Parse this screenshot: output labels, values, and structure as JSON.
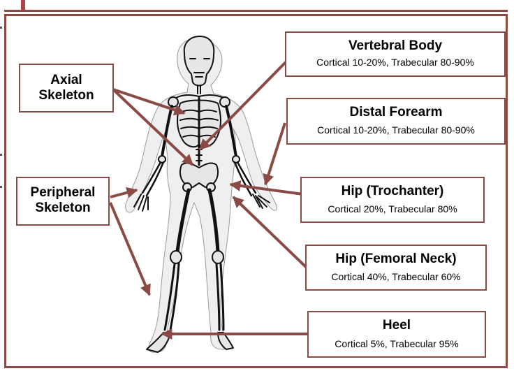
{
  "labels": {
    "axial": {
      "title": "Axial\nSkeleton"
    },
    "peripheral": {
      "title": "Peripheral\nSkeleton"
    },
    "vertebral": {
      "title": "Vertebral Body",
      "sub": "Cortical 10-20%, Trabecular 80-90%"
    },
    "forearm": {
      "title": "Distal Forearm",
      "sub": "Cortical 10-20%, Trabecular 80-90%"
    },
    "trochanter": {
      "title": "Hip (Trochanter)",
      "sub": "Cortical 20%, Trabecular 80%"
    },
    "femoral": {
      "title": "Hip (Femoral Neck)",
      "sub": "Cortical 40%, Trabecular 60%"
    },
    "heel": {
      "title": "Heel",
      "sub": "Cortical 5%, Trabecular 95%"
    }
  },
  "colors": {
    "border": "#8a4a46",
    "arrow": "#8a4a46",
    "accent": "#b2404a"
  }
}
